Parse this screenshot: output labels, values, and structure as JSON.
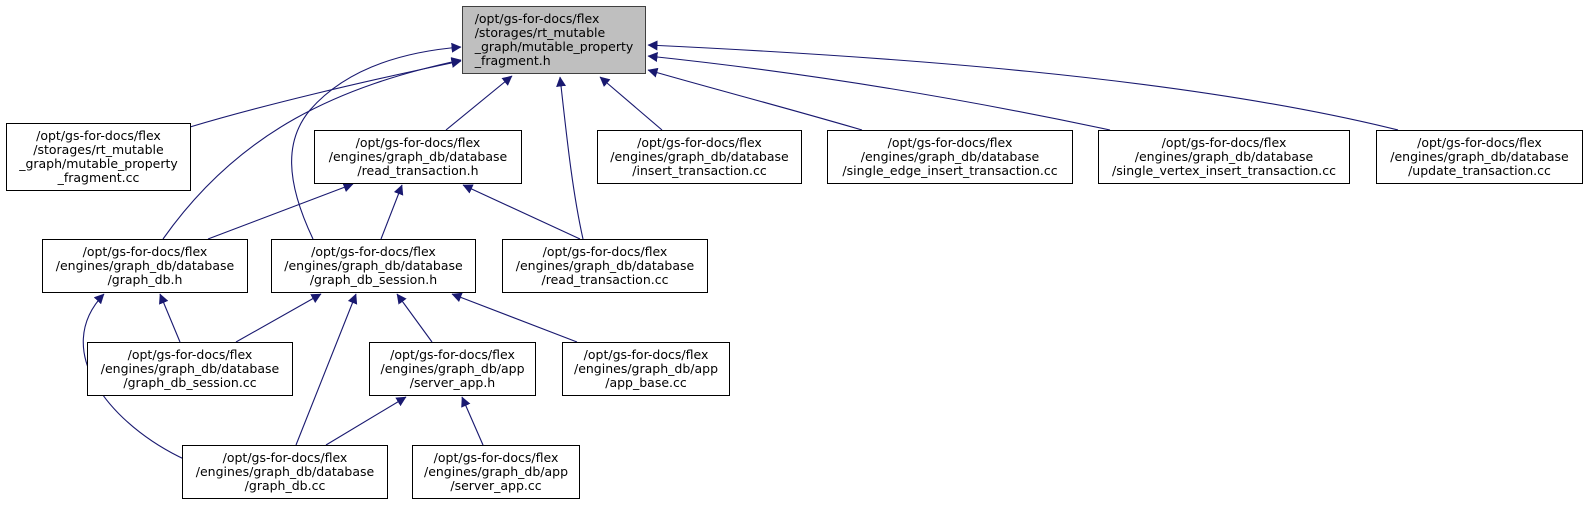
{
  "colors": {
    "edge": "#191970",
    "focus_fill": "#bfbfbf",
    "node_border": "#000000"
  },
  "nodes": [
    {
      "id": "root",
      "label": "/opt/gs-for-docs/flex\n/storages/rt_mutable\n_graph/mutable_property\n_fragment.h",
      "focus": true
    },
    {
      "id": "mpf_cc",
      "label": "/opt/gs-for-docs/flex\n/storages/rt_mutable\n_graph/mutable_property\n_fragment.cc"
    },
    {
      "id": "read_txn_h",
      "label": "/opt/gs-for-docs/flex\n/engines/graph_db/database\n/read_transaction.h"
    },
    {
      "id": "insert_txn_cc",
      "label": "/opt/gs-for-docs/flex\n/engines/graph_db/database\n/insert_transaction.cc"
    },
    {
      "id": "single_edge_cc",
      "label": "/opt/gs-for-docs/flex\n/engines/graph_db/database\n/single_edge_insert_transaction.cc"
    },
    {
      "id": "single_vertex_cc",
      "label": "/opt/gs-for-docs/flex\n/engines/graph_db/database\n/single_vertex_insert_transaction.cc"
    },
    {
      "id": "update_txn_cc",
      "label": "/opt/gs-for-docs/flex\n/engines/graph_db/database\n/update_transaction.cc"
    },
    {
      "id": "graph_db_h",
      "label": "/opt/gs-for-docs/flex\n/engines/graph_db/database\n/graph_db.h"
    },
    {
      "id": "graph_db_session_h",
      "label": "/opt/gs-for-docs/flex\n/engines/graph_db/database\n/graph_db_session.h"
    },
    {
      "id": "read_txn_cc",
      "label": "/opt/gs-for-docs/flex\n/engines/graph_db/database\n/read_transaction.cc"
    },
    {
      "id": "graph_db_session_cc",
      "label": "/opt/gs-for-docs/flex\n/engines/graph_db/database\n/graph_db_session.cc"
    },
    {
      "id": "server_app_h",
      "label": "/opt/gs-for-docs/flex\n/engines/graph_db/app\n/server_app.h"
    },
    {
      "id": "app_base_cc",
      "label": "/opt/gs-for-docs/flex\n/engines/graph_db/app\n/app_base.cc"
    },
    {
      "id": "graph_db_cc",
      "label": "/opt/gs-for-docs/flex\n/engines/graph_db/database\n/graph_db.cc"
    },
    {
      "id": "server_app_cc",
      "label": "/opt/gs-for-docs/flex\n/engines/graph_db/app\n/server_app.cc"
    }
  ],
  "edges": [
    {
      "from": "mpf_cc",
      "to": "root"
    },
    {
      "from": "read_txn_h",
      "to": "root"
    },
    {
      "from": "insert_txn_cc",
      "to": "root"
    },
    {
      "from": "single_edge_cc",
      "to": "root"
    },
    {
      "from": "single_vertex_cc",
      "to": "root"
    },
    {
      "from": "update_txn_cc",
      "to": "root"
    },
    {
      "from": "graph_db_h",
      "to": "root"
    },
    {
      "from": "graph_db_session_h",
      "to": "root"
    },
    {
      "from": "read_txn_cc",
      "to": "root"
    },
    {
      "from": "graph_db_h",
      "to": "read_txn_h"
    },
    {
      "from": "graph_db_session_h",
      "to": "read_txn_h"
    },
    {
      "from": "read_txn_cc",
      "to": "read_txn_h"
    },
    {
      "from": "graph_db_session_cc",
      "to": "graph_db_h"
    },
    {
      "from": "graph_db_cc",
      "to": "graph_db_h"
    },
    {
      "from": "graph_db_session_cc",
      "to": "graph_db_session_h"
    },
    {
      "from": "server_app_h",
      "to": "graph_db_session_h"
    },
    {
      "from": "app_base_cc",
      "to": "graph_db_session_h"
    },
    {
      "from": "graph_db_cc",
      "to": "graph_db_session_h"
    },
    {
      "from": "graph_db_cc",
      "to": "server_app_h"
    },
    {
      "from": "server_app_cc",
      "to": "server_app_h"
    }
  ]
}
